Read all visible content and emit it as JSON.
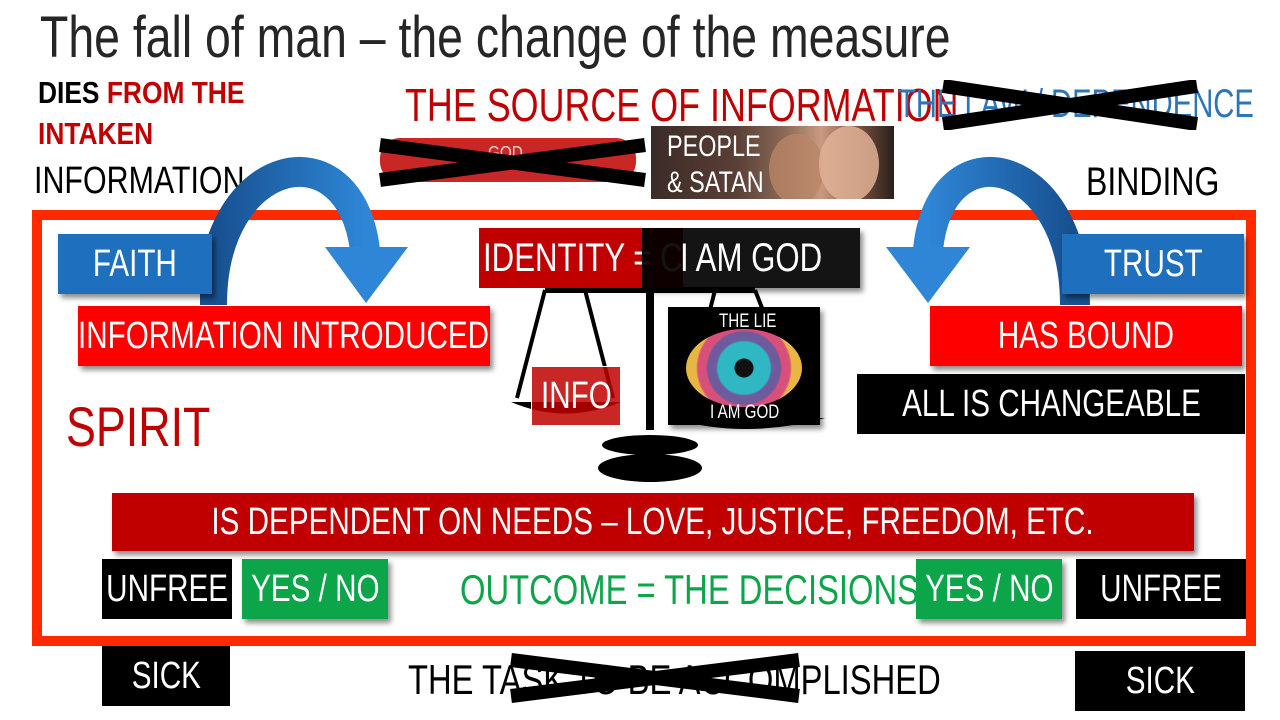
{
  "title": "The fall of man – the change of the measure",
  "top_left": {
    "line1_dark": "DIES ",
    "line1_red": "FROM THE",
    "line2": "INTAKEN",
    "line3": "INFORMATION"
  },
  "source_heading": "THE SOURCE OF INFORMATION",
  "law_heading": "THE LAW / DEPENDENCE",
  "binding": "BINDING",
  "god_label": "GOD",
  "people_label_1": "PEOPLE",
  "people_label_2": "& SATAN",
  "faith": "FAITH",
  "trust": "TRUST",
  "information_introduced": "INFORMATION INTRODUCED",
  "identity": "IDENTITY = CR",
  "i_am_god": "I AM GOD",
  "the_lie": "THE LIE",
  "the_lie_caption": "I AM GOD",
  "info": "INFO",
  "spirit": "SPIRIT",
  "has_bound": "HAS BOUND",
  "all_is_changeable": "ALL IS CHANGEABLE",
  "dependent": "IS DEPENDENT ON NEEDS – LOVE, JUSTICE, FREEDOM, ETC.",
  "unfree_left": "UNFREE",
  "unfree_right": "UNFREE",
  "yes_no_left": "YES / NO",
  "yes_no_right": "YES / NO",
  "outcome": "OUTCOME = THE DECISIONS",
  "sick_left": "SICK",
  "sick_right": "SICK",
  "task": "THE TASK TO BE ACCOMPLISHED",
  "colors": {
    "red": "#c00000",
    "bright_red": "#ff0000",
    "frame": "#ff2a00",
    "blue": "#1f6fbf",
    "heading_blue": "#2e75b6",
    "green": "#0da54a",
    "black": "#000000"
  }
}
